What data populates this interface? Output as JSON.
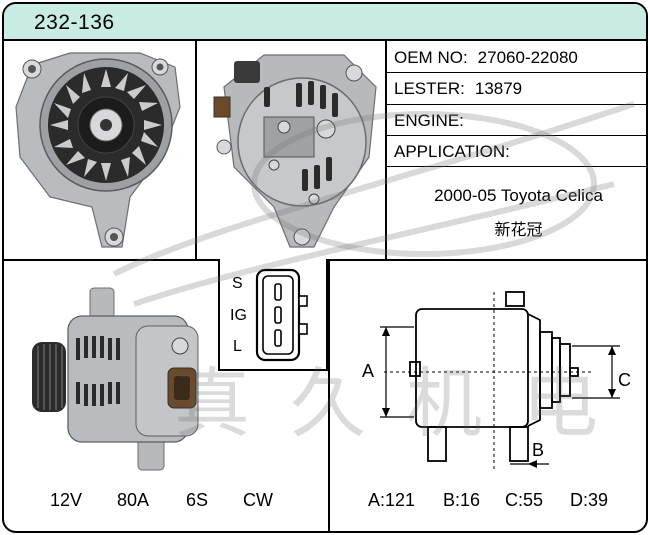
{
  "header": {
    "part_number": "232-136"
  },
  "specs": {
    "oem_label": "OEM NO:",
    "oem_value": "27060-22080",
    "lester_label": "LESTER:",
    "lester_value": "13879",
    "engine_label": "ENGINE:",
    "engine_value": "",
    "application_label": "APPLICATION:"
  },
  "application": {
    "vehicle": "2000-05 Toyota  Celica",
    "chinese_name": "新花冠"
  },
  "connector": {
    "pins": [
      "S",
      "IG",
      "L"
    ]
  },
  "ratings": {
    "voltage": "12V",
    "amperage": "80A",
    "pulley": "6S",
    "rotation": "CW"
  },
  "dimension_letters": {
    "a": "A",
    "b": "B",
    "c": "C"
  },
  "dimensions": {
    "a": "A:121",
    "b": "B:16",
    "c": "C:55",
    "d": "D:39"
  },
  "watermark": "真久机电",
  "colors": {
    "header_bg": "#c8ece4",
    "border": "#000000",
    "metal": "#b9bcbe"
  }
}
